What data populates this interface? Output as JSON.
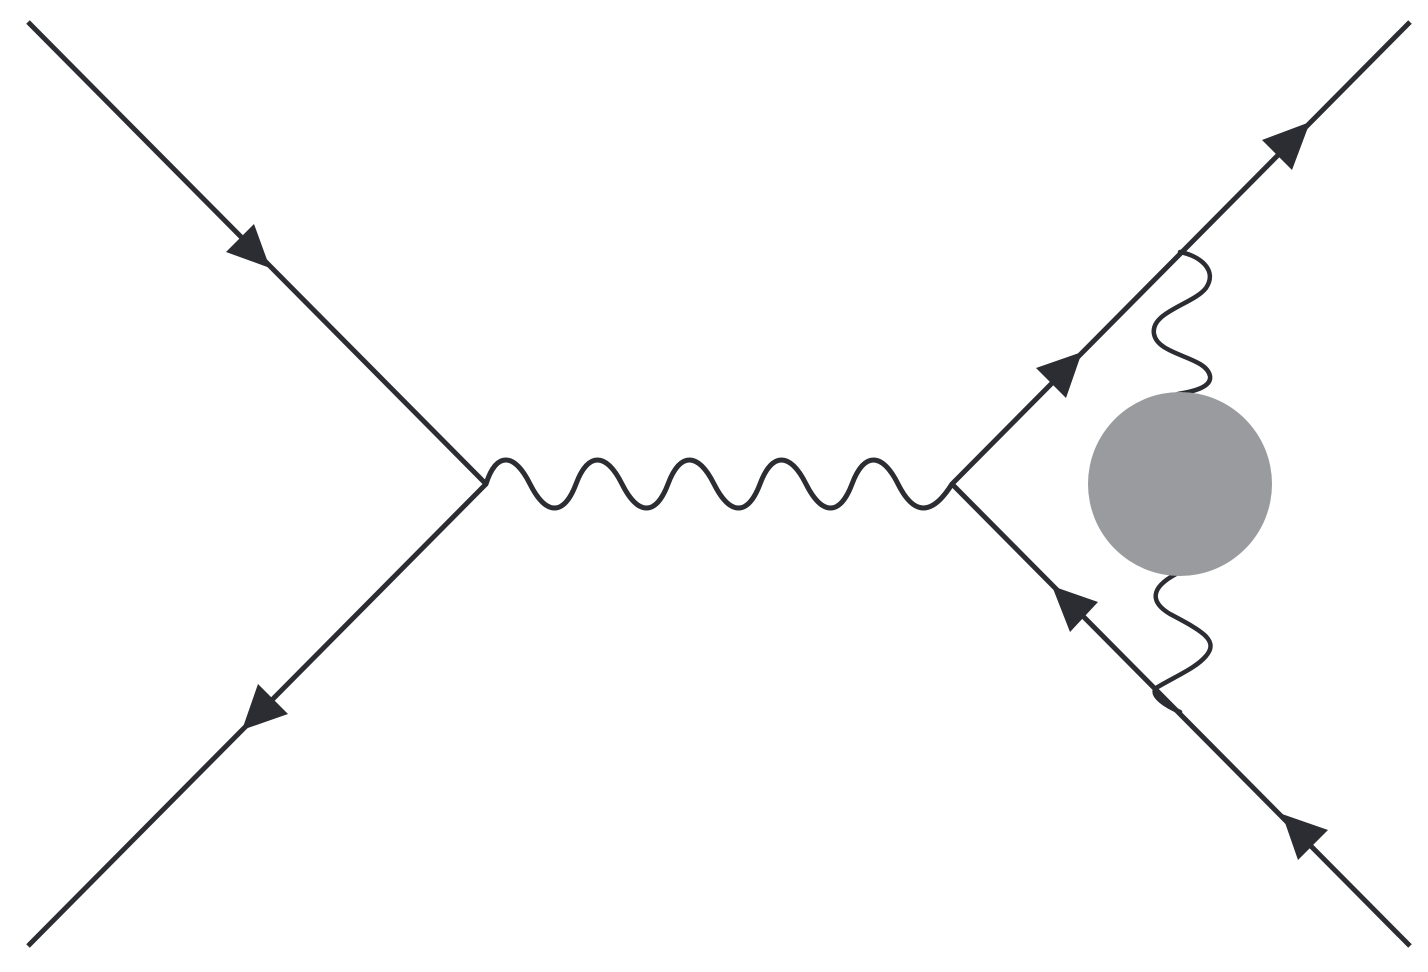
{
  "diagram": {
    "kind": "feynman-diagram",
    "description_elements": [
      "incoming-fermion",
      "incoming-antifermion",
      "propagator-photon",
      "outgoing-fermion",
      "outgoing-antifermion",
      "vertex-correction-photon",
      "self-energy-blob"
    ],
    "colors": {
      "line": "#2b2d33",
      "blob": "#9a9b9e",
      "background": "#ffffff"
    },
    "fermion_lines": [
      {
        "name": "incoming-fermion-line",
        "arrow": "toward-vertex"
      },
      {
        "name": "incoming-antifermion-line",
        "arrow": "away-from-vertex"
      },
      {
        "name": "outgoing-fermion-line",
        "arrow": "away-from-vertex"
      },
      {
        "name": "outgoing-antifermion-line",
        "arrow": "toward-vertex"
      }
    ],
    "photon_propagator": {
      "oscillations": 5
    },
    "vertex_correction": {
      "has_blob": true
    }
  }
}
